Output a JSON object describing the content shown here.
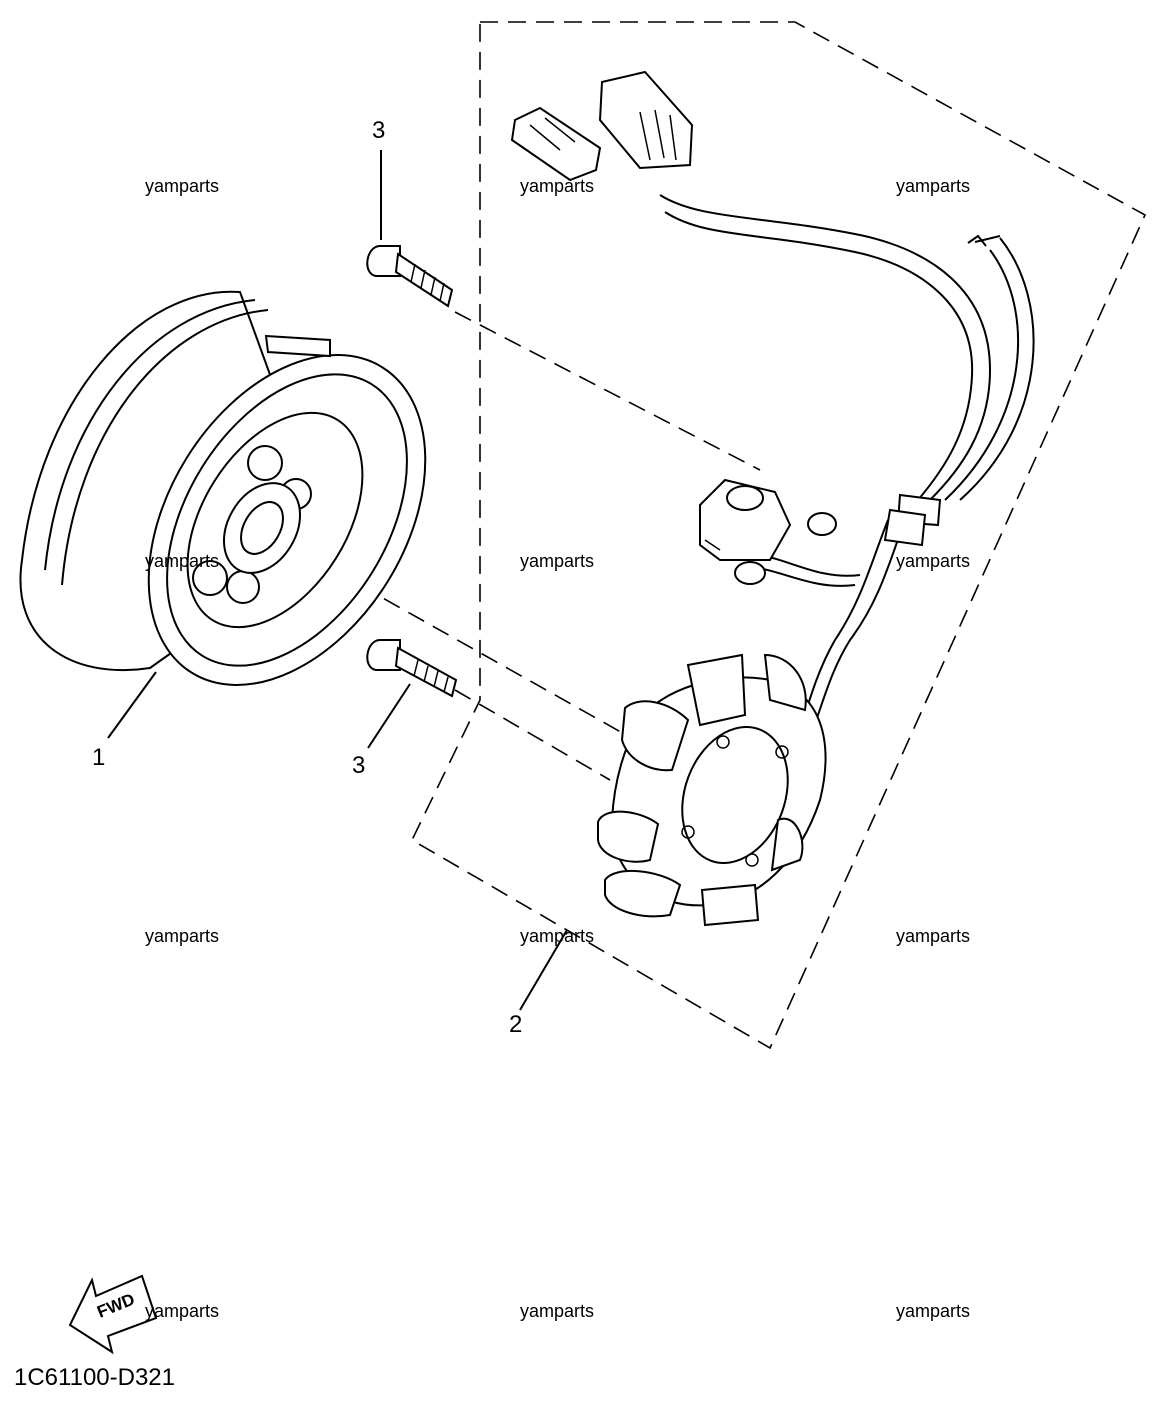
{
  "diagram": {
    "watermark": "yamparts",
    "callouts": {
      "flywheel": "1",
      "stator": "2",
      "bolt_upper": "3",
      "bolt_lower": "3"
    },
    "fwd_label": "FWD",
    "diagram_code": "1C61100-D321"
  }
}
